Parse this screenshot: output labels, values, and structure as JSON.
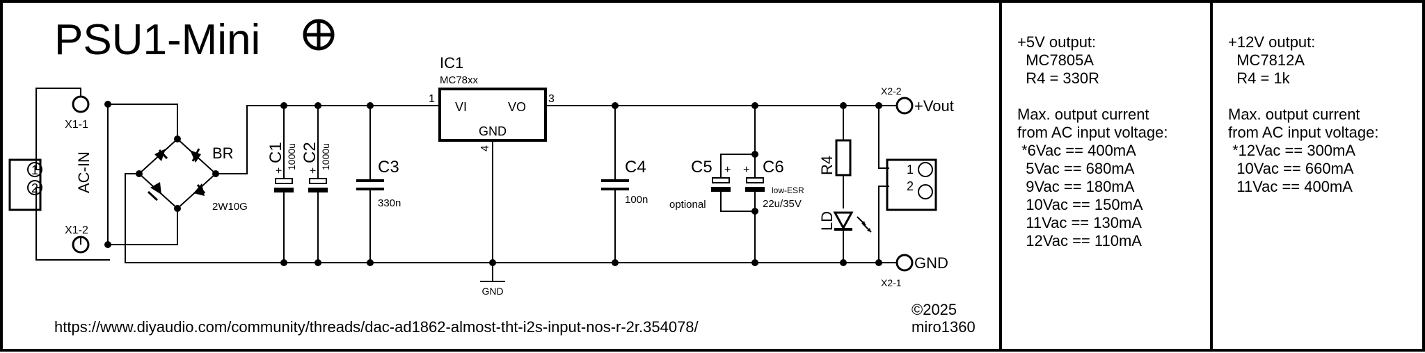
{
  "title": "PSU1-Mini",
  "url": "https://www.diyaudio.com/community/threads/dac-ad1862-almost-tht-i2s-input-nos-r-2r.354078/",
  "copyright": "©2025",
  "author": "miro1360",
  "connectors": {
    "x1_1": "X1-1",
    "x1_2": "X1-2",
    "x2_2": "X2-2",
    "x2_1": "X2-1",
    "ac_in": "AC-IN",
    "pin1": "1",
    "pin2": "2",
    "vout": "+Vout",
    "gnd": "GND"
  },
  "bridge": {
    "ref": "BR",
    "value": "2W10G"
  },
  "ic": {
    "ref": "IC1",
    "value": "MC78xx",
    "vi": "VI",
    "vo": "VO",
    "gnd": "GND",
    "pin1": "1",
    "pin3": "3",
    "pin4": "4"
  },
  "capacitors": {
    "c1": {
      "ref": "C1",
      "value": "1000u"
    },
    "c2": {
      "ref": "C2",
      "value": "1000u"
    },
    "c3": {
      "ref": "C3",
      "value": "330n"
    },
    "c4": {
      "ref": "C4",
      "value": "100n"
    },
    "c5": {
      "ref": "C5",
      "value": "optional"
    },
    "c6": {
      "ref": "C6",
      "value": "22u/35V",
      "note": "low-ESR"
    }
  },
  "plus_sign": "+",
  "resistor": {
    "ref": "R4"
  },
  "led": {
    "ref": "LD"
  },
  "gnd_symbol": "GND",
  "notes_5v": [
    "+5V output:",
    "  MC7805A",
    "  R4 = 330R",
    "",
    "Max. output current",
    "from AC input voltage:",
    " *6Vac == 400mA",
    "  5Vac == 680mA",
    "  9Vac == 180mA",
    "  10Vac == 150mA",
    "  11Vac == 130mA",
    "  12Vac == 110mA"
  ],
  "notes_12v": [
    "+12V output:",
    "  MC7812A",
    "  R4 = 1k",
    "",
    "Max. output current",
    "from AC input voltage:",
    " *12Vac == 300mA",
    "  10Vac == 660mA",
    "  11Vac == 400mA"
  ]
}
